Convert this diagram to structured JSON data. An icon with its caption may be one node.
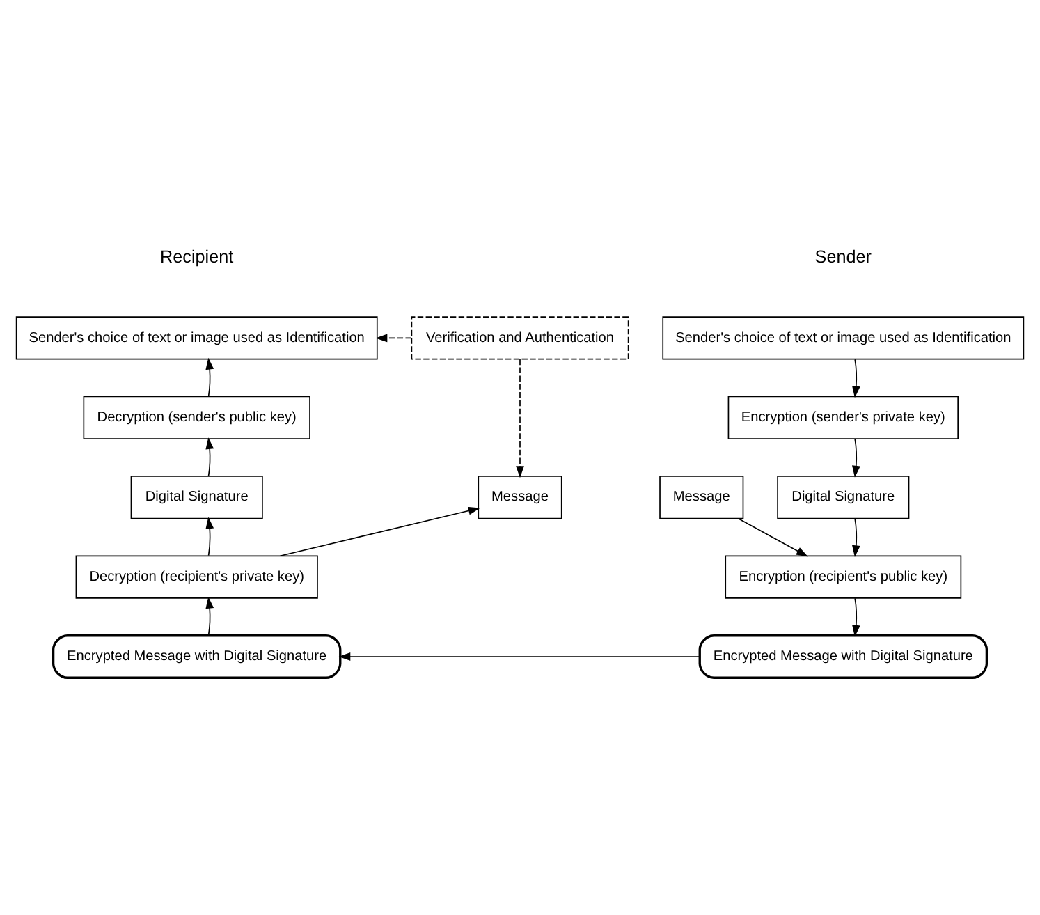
{
  "diagram": {
    "nodes": [
      {
        "text": [
          "Sender's choice of text or image used as Identification"
        ]
      },
      {
        "text": [
          "Encryption (sender's private key)"
        ]
      },
      {
        "text": [
          "Message"
        ]
      },
      {
        "text": [
          "Digital Signature"
        ]
      },
      {
        "text": [
          "Encryption (recipient's public key)"
        ]
      },
      {
        "text": [
          "Encrypted Message with Digital Signature"
        ]
      },
      {
        "text": [
          "Sender's choice of text or image used as Identification"
        ]
      },
      {
        "text": [
          "Verification and Authentication"
        ]
      },
      {
        "text": [
          "Decryption (sender's public key)"
        ]
      },
      {
        "text": [
          "Digital Signature"
        ]
      },
      {
        "text": [
          "Message"
        ]
      },
      {
        "text": [
          "Decryption (recipient's private key)"
        ]
      },
      {
        "text": [
          "Encrypted Message with Digital Signature"
        ]
      }
    ],
    "edges": [
      {
        "from": 0,
        "to": 1,
        "arrow": "to"
      },
      {
        "from": 1,
        "to": 3,
        "arrow": "to"
      },
      {
        "from": 2,
        "to": 4,
        "arrow": "to"
      },
      {
        "from": 3,
        "to": 4,
        "arrow": "to"
      },
      {
        "from": 4,
        "to": 5,
        "arrow": "to"
      },
      {
        "from": 5,
        "to": 12,
        "arrow": "to"
      },
      {
        "from": 12,
        "to": 11,
        "arrow": "to"
      },
      {
        "from": 11,
        "to": 9,
        "arrow": "to"
      },
      {
        "from": 11,
        "to": 10,
        "arrow": "to"
      },
      {
        "from": 9,
        "to": 8,
        "arrow": "to"
      },
      {
        "from": 8,
        "to": 6,
        "arrow": "to"
      },
      {
        "from": 7,
        "to": 6,
        "arrow": "to",
        "style": "dashed"
      },
      {
        "from": 7,
        "to": 10,
        "arrow": "to",
        "style": "dashed"
      }
    ],
    "labels": [
      "Sender",
      "Recipient"
    ]
  }
}
